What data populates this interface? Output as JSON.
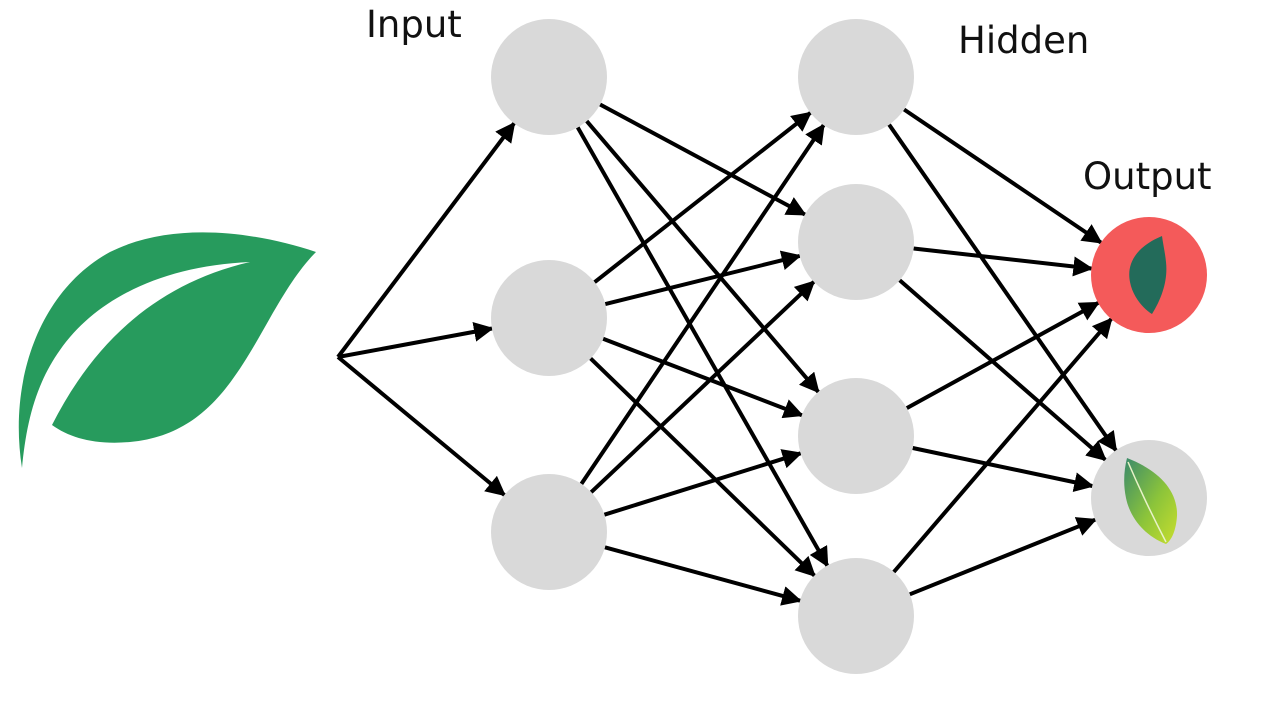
{
  "labels": {
    "input": "Input",
    "hidden": "Hidden",
    "output": "Output"
  },
  "icons": {
    "source": "green-leaf-icon",
    "output_diseased": "diseased-leaf-icon",
    "output_healthy": "healthy-leaf-icon"
  },
  "colors": {
    "node": "#d9d9d9",
    "edge": "#000000",
    "leaf": "#279b5d",
    "diseased_node": "#f45a5a",
    "diseased_leaf": "#236b5a",
    "healthy_leaf_light": "#b6d631",
    "healthy_leaf_dark": "#3a8a6b"
  },
  "network": {
    "layers": [
      "input",
      "hidden",
      "output"
    ],
    "nodes": [
      {
        "id": "i1",
        "layer": "input"
      },
      {
        "id": "i2",
        "layer": "input"
      },
      {
        "id": "i3",
        "layer": "input"
      },
      {
        "id": "h1",
        "layer": "hidden"
      },
      {
        "id": "h2",
        "layer": "hidden"
      },
      {
        "id": "h3",
        "layer": "hidden"
      },
      {
        "id": "h4",
        "layer": "hidden"
      },
      {
        "id": "o1",
        "layer": "output",
        "icon": "diseased-leaf-icon",
        "highlighted": true
      },
      {
        "id": "o2",
        "layer": "output",
        "icon": "healthy-leaf-icon",
        "highlighted": false
      }
    ],
    "edges": [
      [
        "src",
        "i1"
      ],
      [
        "src",
        "i2"
      ],
      [
        "src",
        "i3"
      ],
      [
        "i1",
        "h2"
      ],
      [
        "i1",
        "h3"
      ],
      [
        "i1",
        "h4"
      ],
      [
        "i2",
        "h1"
      ],
      [
        "i2",
        "h2"
      ],
      [
        "i2",
        "h3"
      ],
      [
        "i2",
        "h4"
      ],
      [
        "i3",
        "h1"
      ],
      [
        "i3",
        "h2"
      ],
      [
        "i3",
        "h3"
      ],
      [
        "i3",
        "h4"
      ],
      [
        "h1",
        "o1"
      ],
      [
        "h1",
        "o2"
      ],
      [
        "h2",
        "o1"
      ],
      [
        "h2",
        "o2"
      ],
      [
        "h3",
        "o1"
      ],
      [
        "h3",
        "o2"
      ],
      [
        "h4",
        "o1"
      ],
      [
        "h4",
        "o2"
      ]
    ]
  }
}
